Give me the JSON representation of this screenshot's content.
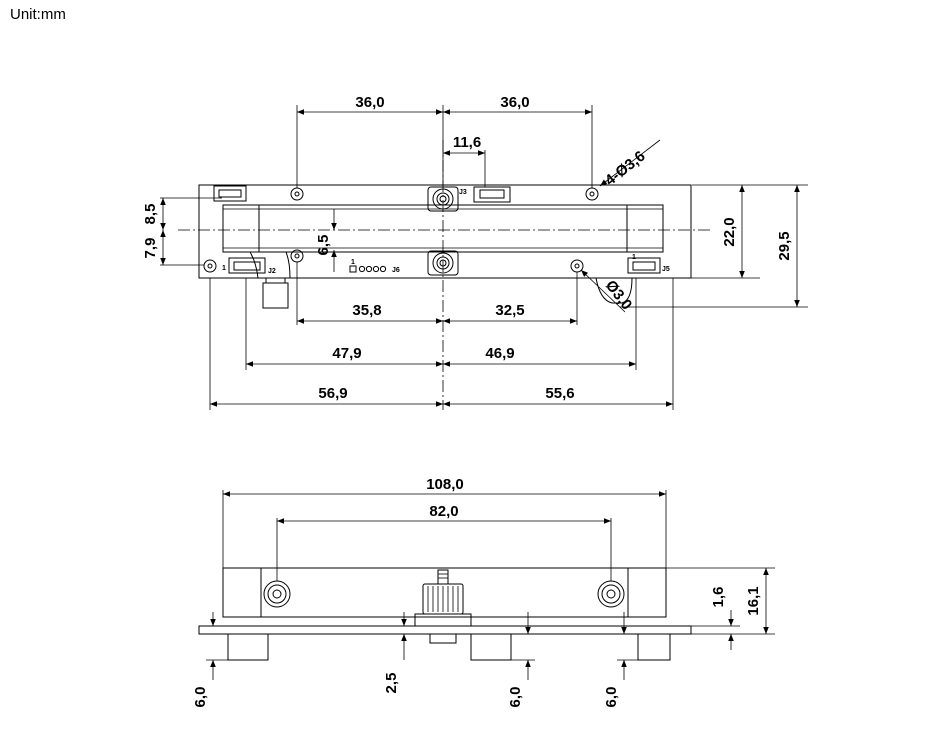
{
  "unit_label": "Unit:mm",
  "top_view": {
    "dims": {
      "hole_left": "36,0",
      "hole_right": "36,0",
      "mid": "11,6",
      "holes": "4-Ø3,6",
      "h_85": "8,5",
      "h_79": "7,9",
      "h_65": "6,5",
      "h_220": "22,0",
      "h_295": "29,5",
      "hole_small": "Ø3,0",
      "b_358": "35,8",
      "b_325": "32,5",
      "b_479": "47,9",
      "b_469": "46,9",
      "b_569": "56,9",
      "b_556": "55,6"
    },
    "connectors": {
      "j2": "J2",
      "j3": "J3",
      "j5": "J5",
      "j6": "J6",
      "pin1": "1"
    }
  },
  "side_view": {
    "dims": {
      "overall": "108,0",
      "pitch": "82,0",
      "h_16": "1,6",
      "h_161": "16,1",
      "v_60a": "6,0",
      "v_25": "2,5",
      "v_60b": "6,0",
      "v_60c": "6,0"
    }
  }
}
